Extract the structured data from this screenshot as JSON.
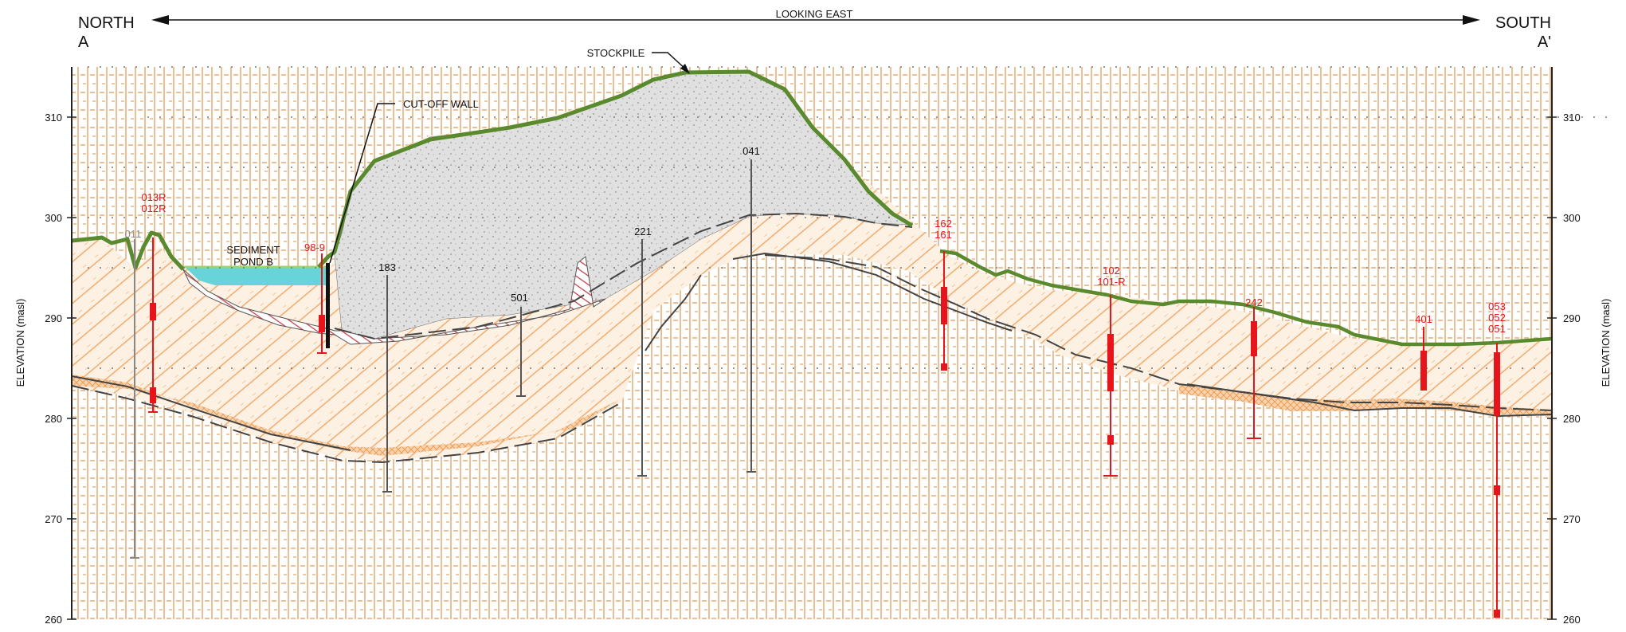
{
  "header": {
    "left_dir": "NORTH",
    "left_id": "A",
    "right_dir": "SOUTH",
    "right_id": "A'",
    "view": "LOOKING EAST"
  },
  "axes": {
    "ylabel_left": "ELEVATION (masl)",
    "ylabel_right": "ELEVATION (masl)",
    "ticks": [
      "310",
      "300",
      "290",
      "280",
      "270",
      "260"
    ],
    "tick_values": [
      310,
      300,
      290,
      280,
      270,
      260
    ],
    "ylim": [
      260,
      315
    ]
  },
  "annotations": {
    "stockpile": "STOCKPILE",
    "cutoff_wall": "CUT-OFF WALL",
    "pond_line1": "SEDIMENT",
    "pond_line2": "POND B"
  },
  "boreholes": [
    {
      "label": "011",
      "color": "#888888",
      "bottom": 266.5
    },
    {
      "label": "013R",
      "label2": "012R",
      "color": "#e8141b",
      "bottom": 281
    },
    {
      "label": "98-9",
      "color": "#e8141b",
      "bottom": 287
    },
    {
      "label": "183",
      "color": "#111111",
      "bottom": 273
    },
    {
      "label": "501",
      "color": "#111111",
      "bottom": 282.5
    },
    {
      "label": "221",
      "color": "#111111",
      "bottom": 274.5
    },
    {
      "label": "041",
      "color": "#111111",
      "bottom": 275
    },
    {
      "label": "162",
      "label2": "161",
      "color": "#e8141b",
      "bottom": 285
    },
    {
      "label": "102",
      "label2": "101-R",
      "color": "#e8141b",
      "bottom": 274.5
    },
    {
      "label": "242",
      "color": "#e8141b",
      "bottom": 278
    },
    {
      "label": "401",
      "color": "#e8141b",
      "bottom": 282.5
    },
    {
      "label": "053",
      "label2": "052",
      "label3": "051",
      "color": "#e8141b",
      "bottom": 260.5
    }
  ],
  "colors": {
    "ground_surface": "#5a8a2e",
    "ground_light": "#9bd46a",
    "till": "#f0a868",
    "bedrock": "#e2a56e",
    "gravel_lens": "#f4c089",
    "stockpile_fill": "#d9d9d9",
    "clay_hatch": "#c2404a",
    "pond_water": "#66d4d8",
    "borehole_red": "#e8141b"
  }
}
